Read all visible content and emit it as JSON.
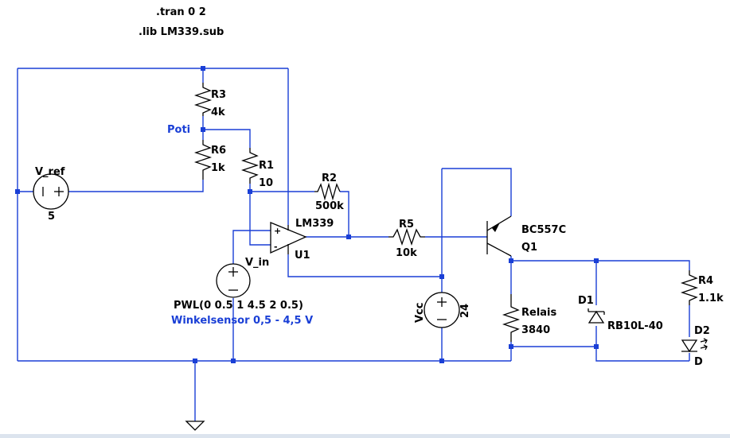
{
  "directives": {
    "tran": ".tran 0 2",
    "lib": ".lib LM339.sub"
  },
  "nets": {
    "poti": "Poti"
  },
  "components": {
    "v_ref": {
      "name": "V_ref",
      "value": "5"
    },
    "r3": {
      "name": "R3",
      "value": "4k"
    },
    "r6": {
      "name": "R6",
      "value": "1k"
    },
    "r1": {
      "name": "R1",
      "value": "10"
    },
    "r2": {
      "name": "R2",
      "value": "500k"
    },
    "r5": {
      "name": "R5",
      "value": "10k"
    },
    "u1": {
      "name": "U1",
      "value": "LM339"
    },
    "v_in": {
      "name": "V_in",
      "value": "PWL(0 0.5 1 4.5 2 0.5)",
      "comment": "Winkelsensor 0,5 - 4,5 V"
    },
    "vcc": {
      "name": "Vcc",
      "value": "24"
    },
    "q1": {
      "name": "Q1",
      "value": "BC557C"
    },
    "relais": {
      "name": "Relais",
      "value": "3840"
    },
    "d1": {
      "name": "D1",
      "value": "RB10L-40"
    },
    "r4": {
      "name": "R4",
      "value": "1.1k"
    },
    "d2": {
      "name": "D2",
      "value": "D"
    }
  },
  "colors": {
    "wire": "#1a3fd6",
    "component": "#000000",
    "background": "#ffffff"
  }
}
